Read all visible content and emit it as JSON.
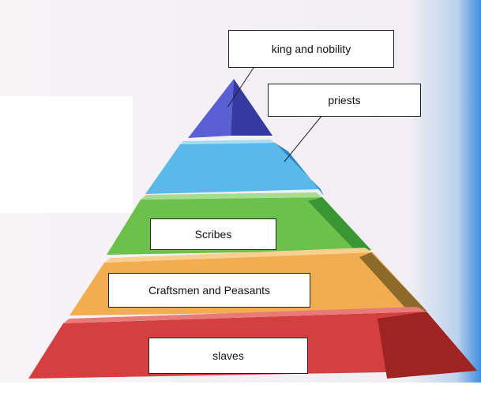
{
  "levels": [
    {
      "id": "king",
      "label": "king and nobility",
      "color": "#4f55c8"
    },
    {
      "id": "priests",
      "label": "priests",
      "color": "#47a9e4"
    },
    {
      "id": "scribes",
      "label": "Scribes",
      "color": "#63b946"
    },
    {
      "id": "craftsmen",
      "label": "Craftsmen and Peasants",
      "color": "#f0a84a"
    },
    {
      "id": "slaves",
      "label": "slaves",
      "color": "#cc3b3b"
    }
  ]
}
